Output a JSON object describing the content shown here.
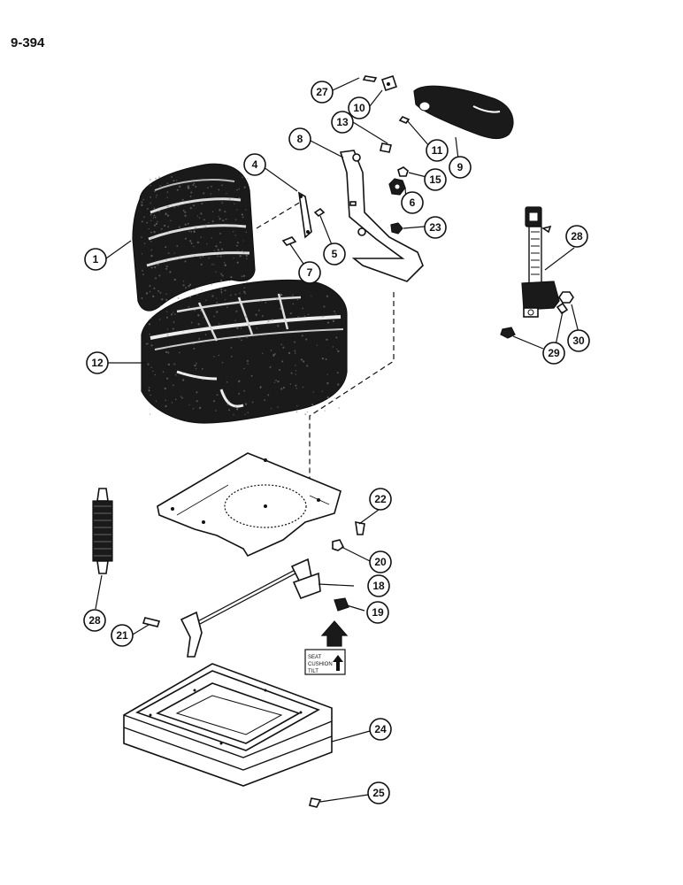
{
  "page": {
    "number": "9-394"
  },
  "callouts": [
    {
      "label": "1"
    },
    {
      "label": "4"
    },
    {
      "label": "5"
    },
    {
      "label": "6"
    },
    {
      "label": "7"
    },
    {
      "label": "8"
    },
    {
      "label": "9"
    },
    {
      "label": "10"
    },
    {
      "label": "11"
    },
    {
      "label": "12"
    },
    {
      "label": "13"
    },
    {
      "label": "15"
    },
    {
      "label": "18"
    },
    {
      "label": "19"
    },
    {
      "label": "20"
    },
    {
      "label": "21"
    },
    {
      "label": "22"
    },
    {
      "label": "23"
    },
    {
      "label": "24"
    },
    {
      "label": "25"
    },
    {
      "label": "27"
    },
    {
      "label": "28"
    },
    {
      "label": "28"
    },
    {
      "label": "29"
    },
    {
      "label": "30"
    }
  ],
  "decal": {
    "line1": "SEAT",
    "line2": "CUSHION",
    "line3": "TILT"
  }
}
